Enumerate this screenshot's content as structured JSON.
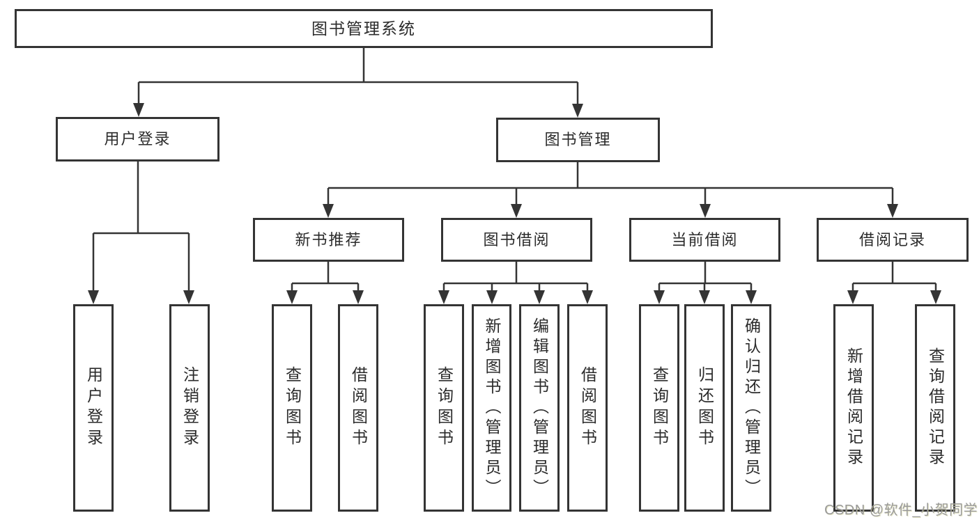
{
  "diagram": {
    "root": "图书管理系统",
    "level2": {
      "user_login": "用户登录",
      "book_mgmt": "图书管理"
    },
    "level3": {
      "new_book": "新书推荐",
      "borrow": "图书借阅",
      "current": "当前借阅",
      "records": "借阅记录"
    },
    "leaves": {
      "user_login": [
        "用户登录",
        "注销登录"
      ],
      "new_book": [
        "查询图书",
        "借阅图书"
      ],
      "borrow": [
        "查询图书",
        "新增图书（管理员）",
        "编辑图书（管理员）",
        "借阅图书"
      ],
      "current": [
        "查询图书",
        "归还图书",
        "确认归还（管理员）"
      ],
      "records": [
        "新增借阅记录",
        "查询借阅记录"
      ]
    }
  },
  "watermark": "CSDN @软件_小贺同学",
  "colors": {
    "line": "#343434",
    "box_border": "#343434",
    "text": "#2b2b2b",
    "watermark": "#9a9a9a",
    "background": "#ffffff"
  }
}
